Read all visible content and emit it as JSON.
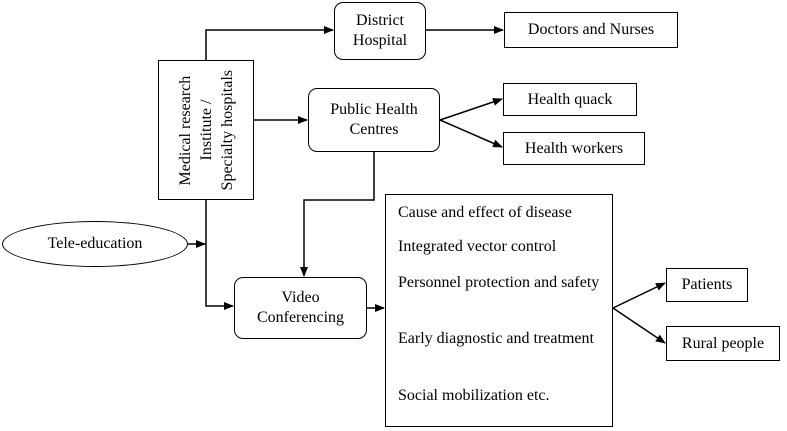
{
  "nodes": {
    "district_hospital": [
      "District",
      "Hospital"
    ],
    "doctors_nurses": "Doctors and Nurses",
    "medical_institute": [
      "Medical research",
      "Institute /",
      "Specialty hospitals"
    ],
    "public_health_centres": [
      "Public Health",
      "Centres"
    ],
    "health_quack": "Health quack",
    "health_workers": "Health workers",
    "tele_education": "Tele-education",
    "video_conferencing": [
      "Video",
      "Conferencing"
    ],
    "patients": "Patients",
    "rural_people": "Rural people"
  },
  "topics": [
    "Cause and effect of disease",
    "Integrated vector control",
    "Personnel protection and safety",
    "Early diagnostic and treatment",
    "Social mobilization etc."
  ]
}
